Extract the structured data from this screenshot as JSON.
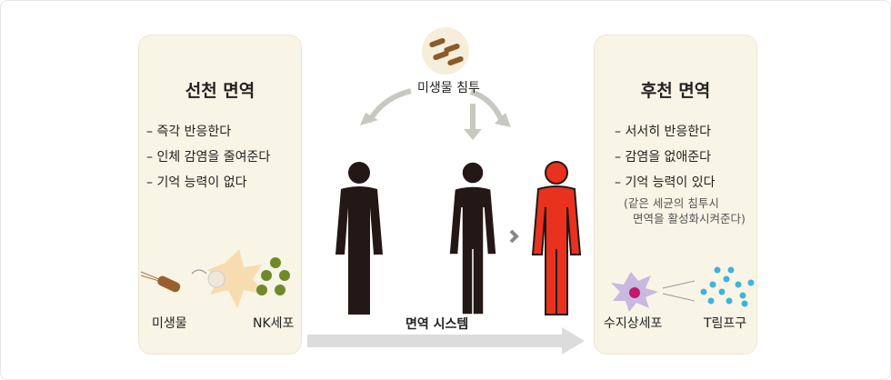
{
  "innate": {
    "title": "선천 면역",
    "items": [
      "– 즉각 반응한다",
      "– 인체 감염을 줄여준다",
      "– 기억 능력이 없다"
    ],
    "label_left": "미생물",
    "label_right": "NK세포"
  },
  "adaptive": {
    "title": "후천 면역",
    "items": [
      "– 서서히 반응한다",
      "– 감염을 없애준다",
      "– 기억 능력이 있다"
    ],
    "note": [
      "(같은 세균의 침투시",
      "면역을 활성화시켜준다)"
    ],
    "label_left": "수지상세포",
    "label_right": "T림프구"
  },
  "center": {
    "invasion_label": "미생물 침투",
    "system_label": "면역 시스템"
  },
  "colors": {
    "panel": "#f8f4e6",
    "figure": "#231815",
    "infected": "#e8321e"
  }
}
